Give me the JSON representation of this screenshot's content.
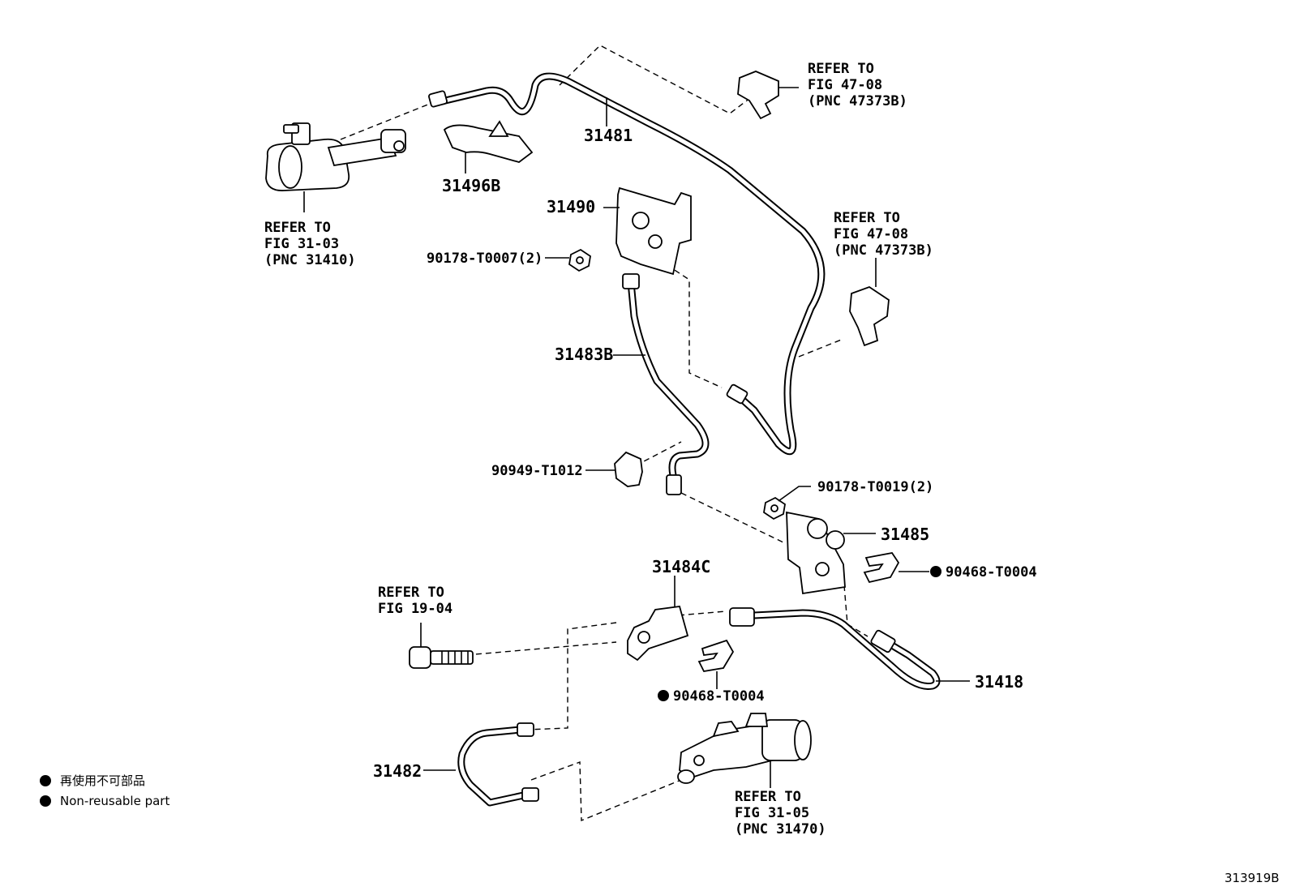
{
  "callouts": {
    "p31481": "31481",
    "p31496B": "31496B",
    "p31490": "31490",
    "p90178_T0007": "90178-T0007(2)",
    "p31483B": "31483B",
    "p90949_T1012": "90949-T1012",
    "p90178_T0019": "90178-T0019(2)",
    "p31485": "31485",
    "p90468_T0004_a": "90468-T0004",
    "p31484C": "31484C",
    "p90468_T0004_b": "90468-T0004",
    "p31418": "31418",
    "p31482": "31482"
  },
  "refs": {
    "fig47_08_top": [
      "REFER TO",
      "FIG 47-08",
      "(PNC 47373B)"
    ],
    "fig47_08_mid": [
      "REFER TO",
      "FIG 47-08",
      "(PNC 47373B)"
    ],
    "fig31_03": [
      "REFER TO",
      "FIG 31-03",
      "(PNC 31410)"
    ],
    "fig19_04": [
      "REFER TO",
      "FIG 19-04"
    ],
    "fig31_05": [
      "REFER TO",
      "FIG 31-05",
      "(PNC 31470)"
    ]
  },
  "legend": {
    "jp": "再使用不可部品",
    "en": "Non-reusable part"
  },
  "figure_number": "313919B"
}
